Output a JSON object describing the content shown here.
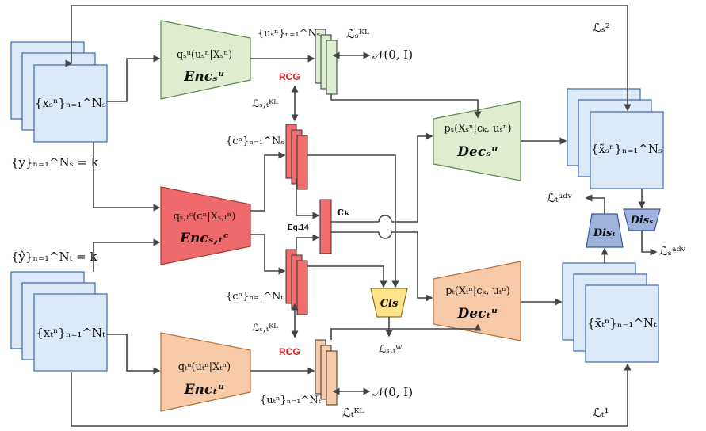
{
  "colors": {
    "input_box": "#dce9f8",
    "enc_s": "#dfeccf",
    "enc_c": "#ef6b6b",
    "enc_t": "#f7c9a6",
    "latent_red": "#f26e6e",
    "latent_green": "#dcefd1",
    "latent_orange": "#f8caa7",
    "cls": "#ffe38a",
    "dis": "#9eb2dc",
    "rcg_text": "#e41a1c"
  },
  "labels": {
    "xs_set": "{xₛⁿ}ₙ₌₁^Nₛ",
    "xt_set": "{xₜⁿ}ₙ₌₁^Nₜ",
    "ys_set": "{y}ₙ₌₁^Nₛ = k",
    "yt_set": "{ŷ}ₙ₌₁^Nₜ = k",
    "us_set": "{uₛⁿ}ₙ₌₁^Nₛ",
    "ut_set": "{uₜⁿ}ₙ₌₁^Nₜ",
    "cs_set": "{cⁿ}ₙ₌₁^Nₛ",
    "ct_set": "{cⁿ}ₙ₌₁^Nₜ",
    "ck": "cₖ",
    "eq14": "Eq.14",
    "rcg_top": "RCG",
    "rcg_bottom": "RCG",
    "normal_top": "𝒩(0, I)",
    "normal_bottom": "𝒩(0, I)",
    "loss_kl_s": "ℒₛᴷᴸ",
    "loss_kl_t": "ℒₜᴷᴸ",
    "loss_kl_st_top": "ℒₛ,ₜᴷᴸ",
    "loss_kl_st_bottom": "ℒₛ,ₜᴷᴸ",
    "loss_w": "ℒₛ,ₜᵂ",
    "loss_s2": "ℒₛ²",
    "loss_t1": "ℒₜ¹",
    "loss_t_adv": "ℒₜᵃᵈᵛ",
    "loss_s_adv": "ℒₛᵃᵈᵛ",
    "recon_s_set": "{x̃ₛⁿ}ₙ₌₁^Nₛ",
    "recon_t_set": "{x̃ₜⁿ}ₙ₌₁^Nₜ"
  },
  "enc_s": {
    "formula": "qₛᵘ(uₛⁿ|Xₛⁿ)",
    "name": "Encₛᵘ"
  },
  "enc_c": {
    "formula": "qₛ,ₜᶜ(cⁿ|Xₛ,ₜⁿ)",
    "name": "Encₛ,ₜᶜ"
  },
  "enc_t": {
    "formula": "qₜᵘ(uₜⁿ|Xₜⁿ)",
    "name": "Encₜᵘ"
  },
  "dec_s": {
    "formula": "pₛ(Xₛⁿ|cₖ, uₛⁿ)",
    "name": "Decₛᵘ"
  },
  "dec_t": {
    "formula": "pₜ(Xₜⁿ|cₖ, uₜⁿ)",
    "name": "Decₜᵘ"
  },
  "cls": {
    "name": "Cls"
  },
  "dis_s": {
    "name": "Disₛ"
  },
  "dis_t": {
    "name": "Disₜ"
  }
}
